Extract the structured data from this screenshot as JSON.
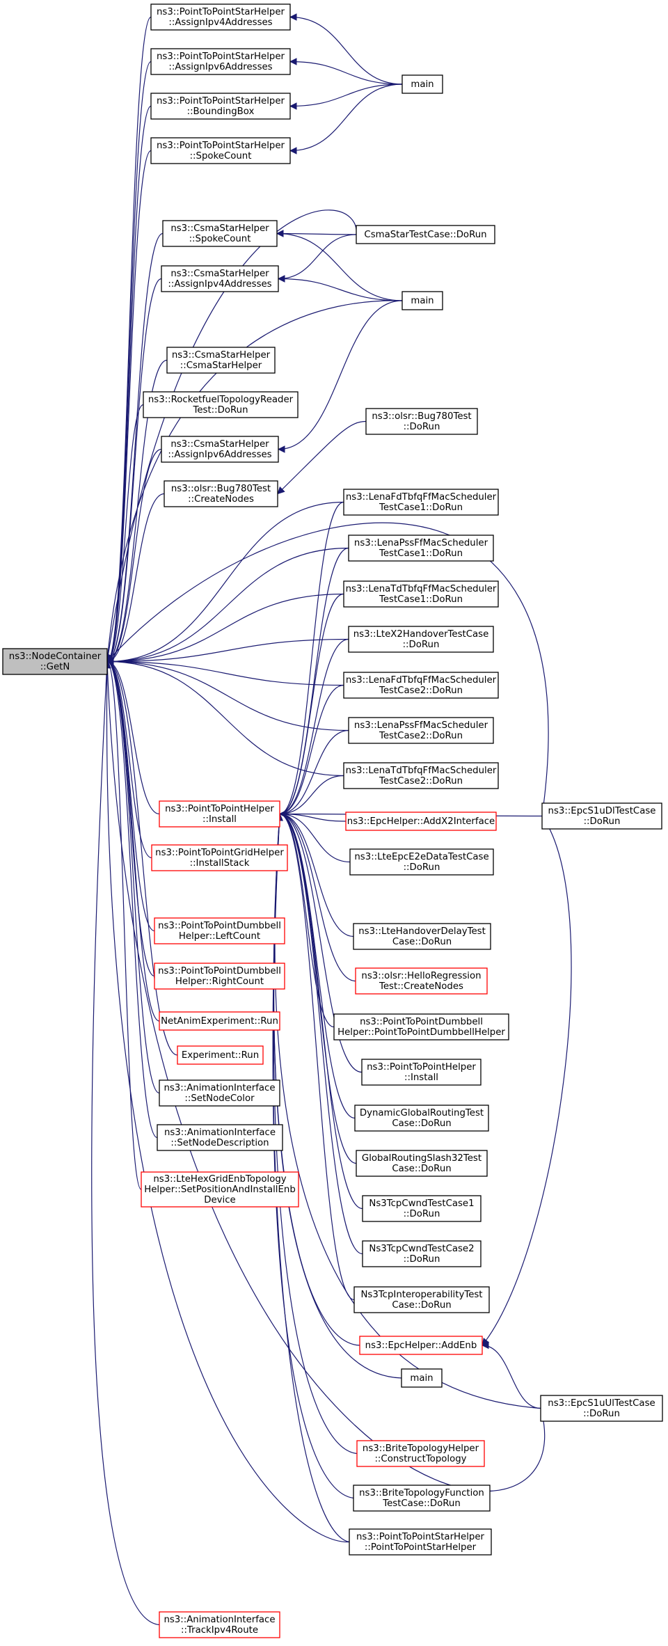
{
  "title": "ns3::NodeContainer::GetN caller graph",
  "colors": {
    "edge": "#191970",
    "box_border": "#000000",
    "box_border_truncated": "#ff0000",
    "root_fill": "#bfbfbf",
    "box_fill": "#ffffff"
  },
  "nodes": [
    {
      "id": "root",
      "lines": [
        "ns3::NodeContainer",
        "::GetN"
      ],
      "kind": "root"
    },
    {
      "id": "p2p_ipv4",
      "lines": [
        "ns3::PointToPointStarHelper",
        "::AssignIpv4Addresses"
      ],
      "kind": "normal"
    },
    {
      "id": "p2p_ipv6",
      "lines": [
        "ns3::PointToPointStarHelper",
        "::AssignIpv6Addresses"
      ],
      "kind": "normal"
    },
    {
      "id": "p2p_bbox",
      "lines": [
        "ns3::PointToPointStarHelper",
        "::BoundingBox"
      ],
      "kind": "normal"
    },
    {
      "id": "p2p_spoke",
      "lines": [
        "ns3::PointToPointStarHelper",
        "::SpokeCount"
      ],
      "kind": "normal"
    },
    {
      "id": "main1",
      "lines": [
        "main"
      ],
      "kind": "normal"
    },
    {
      "id": "csma_spoke",
      "lines": [
        "ns3::CsmaStarHelper",
        "::SpokeCount"
      ],
      "kind": "normal"
    },
    {
      "id": "csma_test",
      "lines": [
        "CsmaStarTestCase::DoRun"
      ],
      "kind": "normal"
    },
    {
      "id": "csma_ipv4",
      "lines": [
        "ns3::CsmaStarHelper",
        "::AssignIpv4Addresses"
      ],
      "kind": "normal"
    },
    {
      "id": "main2",
      "lines": [
        "main"
      ],
      "kind": "normal"
    },
    {
      "id": "csma_ctor",
      "lines": [
        "ns3::CsmaStarHelper",
        "::CsmaStarHelper"
      ],
      "kind": "normal"
    },
    {
      "id": "rocket",
      "lines": [
        "ns3::RocketfuelTopologyReader",
        "Test::DoRun"
      ],
      "kind": "normal"
    },
    {
      "id": "olsr780",
      "lines": [
        "ns3::olsr::Bug780Test",
        "::DoRun"
      ],
      "kind": "normal"
    },
    {
      "id": "csma_ipv6",
      "lines": [
        "ns3::CsmaStarHelper",
        "::AssignIpv6Addresses"
      ],
      "kind": "normal"
    },
    {
      "id": "olsr780c",
      "lines": [
        "ns3::olsr::Bug780Test",
        "::CreateNodes"
      ],
      "kind": "normal"
    },
    {
      "id": "fd1",
      "lines": [
        "ns3::LenaFdTbfqFfMacScheduler",
        "TestCase1::DoRun"
      ],
      "kind": "normal"
    },
    {
      "id": "pss1",
      "lines": [
        "ns3::LenaPssFfMacScheduler",
        "TestCase1::DoRun"
      ],
      "kind": "normal"
    },
    {
      "id": "td1",
      "lines": [
        "ns3::LenaTdTbfqFfMacScheduler",
        "TestCase1::DoRun"
      ],
      "kind": "normal"
    },
    {
      "id": "x2",
      "lines": [
        "ns3::LteX2HandoverTestCase",
        "::DoRun"
      ],
      "kind": "normal"
    },
    {
      "id": "fd2",
      "lines": [
        "ns3::LenaFdTbfqFfMacScheduler",
        "TestCase2::DoRun"
      ],
      "kind": "normal"
    },
    {
      "id": "pss2",
      "lines": [
        "ns3::LenaPssFfMacScheduler",
        "TestCase2::DoRun"
      ],
      "kind": "normal"
    },
    {
      "id": "td2",
      "lines": [
        "ns3::LenaTdTbfqFfMacScheduler",
        "TestCase2::DoRun"
      ],
      "kind": "normal"
    },
    {
      "id": "p2p_install",
      "lines": [
        "ns3::PointToPointHelper",
        "::Install"
      ],
      "kind": "truncated"
    },
    {
      "id": "epc_dl",
      "lines": [
        "ns3::EpcS1uDlTestCase",
        "::DoRun"
      ],
      "kind": "normal"
    },
    {
      "id": "addx2",
      "lines": [
        "ns3::EpcHelper::AddX2Interface"
      ],
      "kind": "truncated"
    },
    {
      "id": "grid_stack",
      "lines": [
        "ns3::PointToPointGridHelper",
        "::InstallStack"
      ],
      "kind": "truncated"
    },
    {
      "id": "e2e",
      "lines": [
        "ns3::LteEpcE2eDataTestCase",
        "::DoRun"
      ],
      "kind": "normal"
    },
    {
      "id": "db_left",
      "lines": [
        "ns3::PointToPointDumbbell",
        "Helper::LeftCount"
      ],
      "kind": "truncated"
    },
    {
      "id": "ho_delay",
      "lines": [
        "ns3::LteHandoverDelayTest",
        "Case::DoRun"
      ],
      "kind": "normal"
    },
    {
      "id": "db_right",
      "lines": [
        "ns3::PointToPointDumbbell",
        "Helper::RightCount"
      ],
      "kind": "truncated"
    },
    {
      "id": "hello",
      "lines": [
        "ns3::olsr::HelloRegression",
        "Test::CreateNodes"
      ],
      "kind": "truncated"
    },
    {
      "id": "netanim",
      "lines": [
        "NetAnimExperiment::Run"
      ],
      "kind": "truncated"
    },
    {
      "id": "db_ctor",
      "lines": [
        "ns3::PointToPointDumbbell",
        "Helper::PointToPointDumbbellHelper"
      ],
      "kind": "normal"
    },
    {
      "id": "exp_run",
      "lines": [
        "Experiment::Run"
      ],
      "kind": "truncated"
    },
    {
      "id": "p2p_install2",
      "lines": [
        "ns3::PointToPointHelper",
        "::Install"
      ],
      "kind": "normal"
    },
    {
      "id": "anim_color",
      "lines": [
        "ns3::AnimationInterface",
        "::SetNodeColor"
      ],
      "kind": "normal"
    },
    {
      "id": "dyn_global",
      "lines": [
        "DynamicGlobalRoutingTest",
        "Case::DoRun"
      ],
      "kind": "normal"
    },
    {
      "id": "anim_desc",
      "lines": [
        "ns3::AnimationInterface",
        "::SetNodeDescription"
      ],
      "kind": "normal"
    },
    {
      "id": "slash32",
      "lines": [
        "GlobalRoutingSlash32Test",
        "Case::DoRun"
      ],
      "kind": "normal"
    },
    {
      "id": "hexgrid",
      "lines": [
        "ns3::LteHexGridEnbTopology",
        "Helper::SetPositionAndInstallEnb",
        "Device"
      ],
      "kind": "truncated"
    },
    {
      "id": "cwnd1",
      "lines": [
        "Ns3TcpCwndTestCase1",
        "::DoRun"
      ],
      "kind": "normal"
    },
    {
      "id": "cwnd2",
      "lines": [
        "Ns3TcpCwndTestCase2",
        "::DoRun"
      ],
      "kind": "normal"
    },
    {
      "id": "interop",
      "lines": [
        "Ns3TcpInteroperabilityTest",
        "Case::DoRun"
      ],
      "kind": "normal"
    },
    {
      "id": "addenb",
      "lines": [
        "ns3::EpcHelper::AddEnb"
      ],
      "kind": "truncated"
    },
    {
      "id": "main3",
      "lines": [
        "main"
      ],
      "kind": "normal"
    },
    {
      "id": "epc_ul",
      "lines": [
        "ns3::EpcS1uUlTestCase",
        "::DoRun"
      ],
      "kind": "normal"
    },
    {
      "id": "brite_helper",
      "lines": [
        "ns3::BriteTopologyHelper",
        "::ConstructTopology"
      ],
      "kind": "truncated"
    },
    {
      "id": "brite_func",
      "lines": [
        "ns3::BriteTopologyFunction",
        "TestCase::DoRun"
      ],
      "kind": "normal"
    },
    {
      "id": "star_ctor",
      "lines": [
        "ns3::PointToPointStarHelper",
        "::PointToPointStarHelper"
      ],
      "kind": "normal"
    },
    {
      "id": "anim_route",
      "lines": [
        "ns3::AnimationInterface",
        "::TrackIpv4Route"
      ],
      "kind": "truncated"
    }
  ],
  "edges": [
    [
      "root",
      "p2p_ipv4"
    ],
    [
      "root",
      "p2p_ipv6"
    ],
    [
      "root",
      "p2p_bbox"
    ],
    [
      "root",
      "p2p_spoke"
    ],
    [
      "root",
      "csma_test"
    ],
    [
      "root",
      "csma_spoke"
    ],
    [
      "root",
      "csma_ipv4"
    ],
    [
      "root",
      "main2"
    ],
    [
      "root",
      "csma_ctor"
    ],
    [
      "root",
      "rocket"
    ],
    [
      "root",
      "csma_ipv6"
    ],
    [
      "root",
      "olsr780c"
    ],
    [
      "root",
      "epc_dl"
    ],
    [
      "root",
      "fd1"
    ],
    [
      "root",
      "pss1"
    ],
    [
      "root",
      "td1"
    ],
    [
      "root",
      "x2"
    ],
    [
      "root",
      "fd2"
    ],
    [
      "root",
      "pss2"
    ],
    [
      "root",
      "td2"
    ],
    [
      "root",
      "p2p_install"
    ],
    [
      "root",
      "grid_stack"
    ],
    [
      "root",
      "db_left"
    ],
    [
      "root",
      "db_right"
    ],
    [
      "root",
      "netanim"
    ],
    [
      "root",
      "exp_run"
    ],
    [
      "root",
      "anim_color"
    ],
    [
      "root",
      "anim_desc"
    ],
    [
      "root",
      "hexgrid"
    ],
    [
      "root",
      "star_ctor"
    ],
    [
      "root",
      "epc_ul"
    ],
    [
      "root",
      "anim_route"
    ],
    [
      "p2p_ipv4",
      "main1"
    ],
    [
      "p2p_ipv6",
      "main1"
    ],
    [
      "p2p_bbox",
      "main1"
    ],
    [
      "p2p_spoke",
      "main1"
    ],
    [
      "csma_spoke",
      "csma_test"
    ],
    [
      "csma_spoke",
      "main2"
    ],
    [
      "csma_ipv4",
      "csma_test"
    ],
    [
      "csma_ipv4",
      "main2"
    ],
    [
      "csma_ipv6",
      "main2"
    ],
    [
      "olsr780c",
      "olsr780"
    ],
    [
      "p2p_install",
      "fd1"
    ],
    [
      "p2p_install",
      "pss1"
    ],
    [
      "p2p_install",
      "td1"
    ],
    [
      "p2p_install",
      "x2"
    ],
    [
      "p2p_install",
      "fd2"
    ],
    [
      "p2p_install",
      "pss2"
    ],
    [
      "p2p_install",
      "td2"
    ],
    [
      "p2p_install",
      "epc_dl"
    ],
    [
      "p2p_install",
      "addx2"
    ],
    [
      "p2p_install",
      "e2e"
    ],
    [
      "p2p_install",
      "ho_delay"
    ],
    [
      "p2p_install",
      "hello"
    ],
    [
      "p2p_install",
      "db_ctor"
    ],
    [
      "p2p_install",
      "p2p_install2"
    ],
    [
      "p2p_install",
      "dyn_global"
    ],
    [
      "p2p_install",
      "slash32"
    ],
    [
      "p2p_install",
      "cwnd1"
    ],
    [
      "p2p_install",
      "cwnd2"
    ],
    [
      "p2p_install",
      "interop"
    ],
    [
      "p2p_install",
      "addenb"
    ],
    [
      "p2p_install",
      "main3"
    ],
    [
      "p2p_install",
      "epc_ul"
    ],
    [
      "p2p_install",
      "brite_helper"
    ],
    [
      "p2p_install",
      "brite_func"
    ],
    [
      "p2p_install",
      "star_ctor"
    ],
    [
      "addenb",
      "epc_dl"
    ],
    [
      "addenb",
      "epc_ul"
    ]
  ]
}
